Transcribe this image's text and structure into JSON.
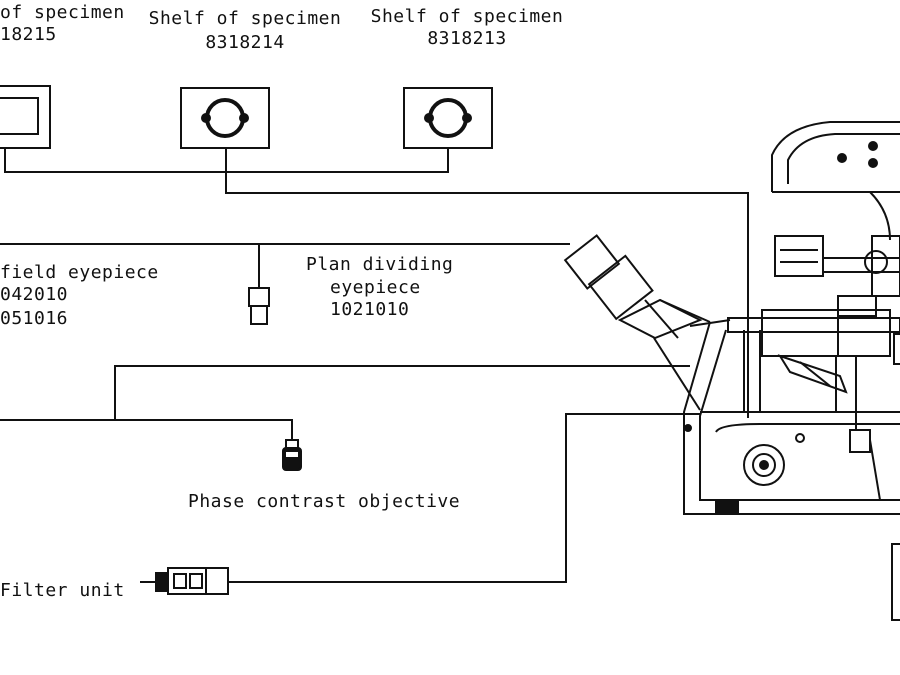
{
  "labels": {
    "shelf_left_line1": "of specimen",
    "shelf_left_line2": "18215",
    "shelf_mid_line1": "Shelf of specimen",
    "shelf_mid_line2": "8318214",
    "shelf_right_line1": "Shelf of specimen",
    "shelf_right_line2": "8318213",
    "field_eyepiece_line1": "field eyepiece",
    "field_eyepiece_line2": "042010",
    "field_eyepiece_line3": "051016",
    "plan_eyepiece_line1": "Plan dividing",
    "plan_eyepiece_line2": "eyepiece",
    "plan_eyepiece_line3": "1021010",
    "phase_objective": "Phase contrast objective",
    "filter_unit": "Filter unit"
  },
  "colors": {
    "ink": "#111111",
    "background": "#ffffff"
  }
}
